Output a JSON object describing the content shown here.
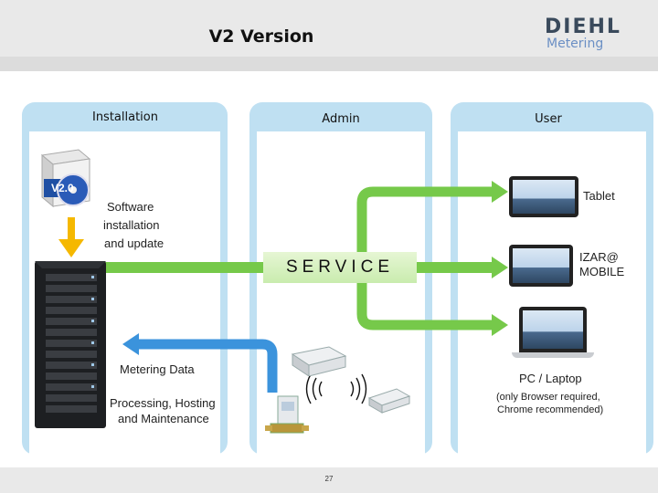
{
  "header": {
    "title": "V2 Version",
    "logo_line1": "DIEHL",
    "logo_line2": "Metering"
  },
  "columns": {
    "installation": "Installation",
    "admin": "Admin",
    "user": "User"
  },
  "labels": {
    "software_line1": "Software",
    "software_line2": "installation",
    "software_line3": "and update",
    "service": "SERVICE",
    "metering_data": "Metering Data",
    "processing_line1": "Processing, Hosting",
    "processing_line2": "and Maintenance",
    "tablet": "Tablet",
    "izar_line1": "IZAR@",
    "izar_line2": "MOBILE",
    "pc_laptop": "PC / Laptop",
    "browser_line1": "(only Browser required,",
    "browser_line2": "Chrome recommended)",
    "cd_label": "V2.0"
  },
  "footer": {
    "page_number": "27"
  },
  "colors": {
    "green_arrow": "#76c94a",
    "blue_arrow": "#3b93dc",
    "yellow_arrow": "#f5b800",
    "panel_border": "#bfe0f2"
  }
}
